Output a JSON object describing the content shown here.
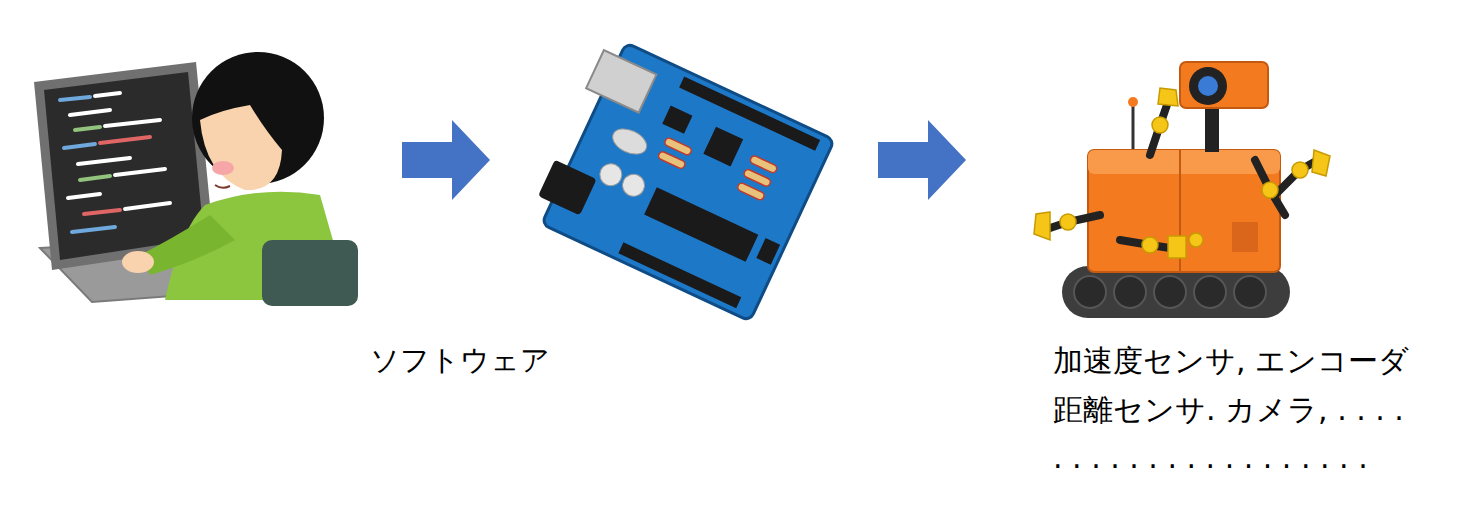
{
  "diagram": {
    "labels": [
      "ソフトウェア",
      "加速度センサ, エンコーダ",
      "距離センサ. カメラ, . . . .",
      ". . . . . . . . . . . . . . . . ."
    ]
  }
}
